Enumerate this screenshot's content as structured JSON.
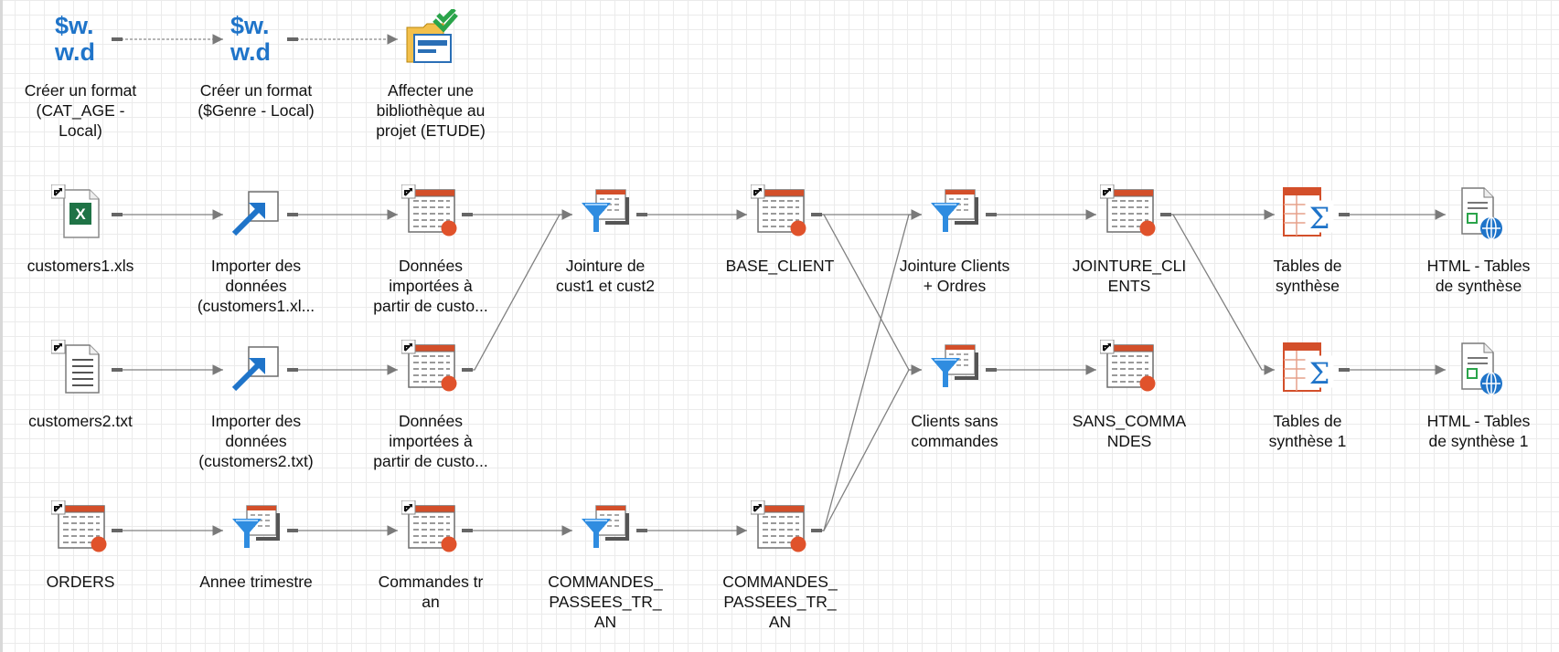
{
  "canvas": {
    "grid": true,
    "background": "#ffffff",
    "line_color": "#808080",
    "dashed_line_color": "#8a8a8a"
  },
  "colors": {
    "sas_blue": "#1f74c9",
    "table_header": "#d34f2a",
    "table_dot": "#e0522b",
    "filter_blue": "#2f8ce0",
    "excel_green": "#1f7346"
  },
  "nodes": [
    {
      "id": "fmt1",
      "icon": "format-icon",
      "label": "Créer un format\n(CAT_AGE -\nLocal)"
    },
    {
      "id": "fmt2",
      "icon": "format-icon",
      "label": "Créer un format\n($Genre - Local)"
    },
    {
      "id": "lib",
      "icon": "library-icon",
      "label": "Affecter une\nbibliothèque au\nprojet (ETUDE)"
    },
    {
      "id": "xls",
      "icon": "excel-file-icon",
      "label": "customers1.xls"
    },
    {
      "id": "imp1",
      "icon": "import-icon",
      "label": "Importer des\ndonnées\n(customers1.xl..."
    },
    {
      "id": "dat1",
      "icon": "data-table-icon",
      "label": "Données\nimportées à\npartir de custo..."
    },
    {
      "id": "join1",
      "icon": "query-filter-icon",
      "label": "Jointure de\ncust1 et cust2"
    },
    {
      "id": "base",
      "icon": "data-table-icon",
      "label": "BASE_CLIENT"
    },
    {
      "id": "join2",
      "icon": "query-filter-icon",
      "label": "Jointure Clients\n+ Ordres"
    },
    {
      "id": "jcl",
      "icon": "data-table-icon",
      "label": "JOINTURE_CLI\nENTS"
    },
    {
      "id": "sum1",
      "icon": "summary-table-icon",
      "label": "Tables de\nsynthèse"
    },
    {
      "id": "html1",
      "icon": "html-report-icon",
      "label": "HTML - Tables\nde synthèse"
    },
    {
      "id": "txt",
      "icon": "text-file-icon",
      "label": "customers2.txt"
    },
    {
      "id": "imp2",
      "icon": "import-icon",
      "label": "Importer des\ndonnées\n(customers2.txt)"
    },
    {
      "id": "dat2",
      "icon": "data-table-icon",
      "label": "Données\nimportées à\npartir de custo..."
    },
    {
      "id": "sans",
      "icon": "query-filter-icon",
      "label": "Clients sans\ncommandes"
    },
    {
      "id": "sansc",
      "icon": "data-table-icon",
      "label": "SANS_COMMA\nNDES"
    },
    {
      "id": "sum2",
      "icon": "summary-table-icon",
      "label": "Tables de\nsynthèse 1"
    },
    {
      "id": "html2",
      "icon": "html-report-icon",
      "label": "HTML - Tables\nde synthèse 1"
    },
    {
      "id": "orders",
      "icon": "data-table-icon",
      "label": "ORDERS"
    },
    {
      "id": "annee",
      "icon": "query-filter-icon",
      "label": "Annee trimestre"
    },
    {
      "id": "cmd",
      "icon": "data-table-icon",
      "label": "Commandes tr\nan"
    },
    {
      "id": "q3",
      "icon": "query-filter-icon",
      "label": "COMMANDES_\nPASSEES_TR_\nAN"
    },
    {
      "id": "d5",
      "icon": "data-table-icon",
      "label": "COMMANDES_\nPASSEES_TR_\nAN"
    }
  ],
  "links": [
    {
      "from": "fmt1",
      "to": "fmt2",
      "style": "dashed"
    },
    {
      "from": "fmt2",
      "to": "lib",
      "style": "dashed"
    },
    {
      "from": "xls",
      "to": "imp1",
      "style": "solid"
    },
    {
      "from": "imp1",
      "to": "dat1",
      "style": "solid"
    },
    {
      "from": "dat1",
      "to": "join1",
      "style": "solid"
    },
    {
      "from": "dat2",
      "to": "join1",
      "style": "solid"
    },
    {
      "from": "join1",
      "to": "base",
      "style": "solid"
    },
    {
      "from": "base",
      "to": "join2",
      "style": "solid"
    },
    {
      "from": "base",
      "to": "sans",
      "style": "solid"
    },
    {
      "from": "d5",
      "to": "join2",
      "style": "solid"
    },
    {
      "from": "d5",
      "to": "sans",
      "style": "solid"
    },
    {
      "from": "join2",
      "to": "jcl",
      "style": "solid"
    },
    {
      "from": "jcl",
      "to": "sum1",
      "style": "solid"
    },
    {
      "from": "jcl",
      "to": "sum2",
      "style": "solid"
    },
    {
      "from": "sum1",
      "to": "html1",
      "style": "solid"
    },
    {
      "from": "txt",
      "to": "imp2",
      "style": "solid"
    },
    {
      "from": "imp2",
      "to": "dat2",
      "style": "solid"
    },
    {
      "from": "sans",
      "to": "sansc",
      "style": "solid"
    },
    {
      "from": "sum2",
      "to": "html2",
      "style": "solid"
    },
    {
      "from": "orders",
      "to": "annee",
      "style": "solid"
    },
    {
      "from": "annee",
      "to": "cmd",
      "style": "solid"
    },
    {
      "from": "cmd",
      "to": "q3",
      "style": "solid"
    },
    {
      "from": "q3",
      "to": "d5",
      "style": "solid"
    }
  ]
}
